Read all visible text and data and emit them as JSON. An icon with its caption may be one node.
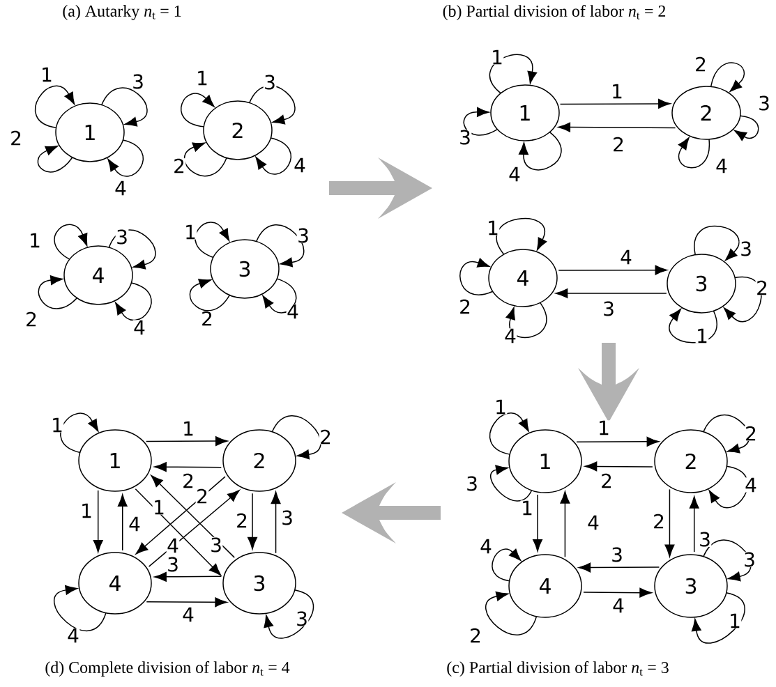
{
  "diagram": {
    "nodes": [
      {
        "text": [
          "1"
        ]
      },
      {
        "text": [
          "2"
        ]
      },
      {
        "text": [
          "4"
        ]
      },
      {
        "text": [
          "3"
        ]
      },
      {
        "text": [
          "1"
        ]
      },
      {
        "text": [
          "2"
        ]
      },
      {
        "text": [
          "4"
        ]
      },
      {
        "text": [
          "3"
        ]
      },
      {
        "text": [
          "1"
        ]
      },
      {
        "text": [
          "2"
        ]
      },
      {
        "text": [
          "4"
        ]
      },
      {
        "text": [
          "3"
        ]
      },
      {
        "text": [
          "1"
        ]
      },
      {
        "text": [
          "2"
        ]
      },
      {
        "text": [
          "4"
        ]
      },
      {
        "text": [
          "3"
        ]
      }
    ],
    "edges": [
      {
        "from": 0,
        "to": 0,
        "arrow": "to",
        "label": "1"
      },
      {
        "from": 0,
        "to": 0,
        "arrow": "to",
        "label": "3"
      },
      {
        "from": 0,
        "to": 0,
        "arrow": "to",
        "label": "2"
      },
      {
        "from": 0,
        "to": 0,
        "arrow": "to",
        "label": "4"
      },
      {
        "from": 1,
        "to": 1,
        "arrow": "to",
        "label": "1"
      },
      {
        "from": 1,
        "to": 1,
        "arrow": "to",
        "label": "3"
      },
      {
        "from": 1,
        "to": 1,
        "arrow": "to",
        "label": "2"
      },
      {
        "from": 1,
        "to": 1,
        "arrow": "to",
        "label": "4"
      },
      {
        "from": 2,
        "to": 2,
        "arrow": "to",
        "label": "1"
      },
      {
        "from": 2,
        "to": 2,
        "arrow": "to",
        "label": "3"
      },
      {
        "from": 2,
        "to": 2,
        "arrow": "to",
        "label": "2"
      },
      {
        "from": 2,
        "to": 2,
        "arrow": "to",
        "label": "4"
      },
      {
        "from": 3,
        "to": 3,
        "arrow": "to",
        "label": "1"
      },
      {
        "from": 3,
        "to": 3,
        "arrow": "to",
        "label": "3"
      },
      {
        "from": 3,
        "to": 3,
        "arrow": "to",
        "label": "2"
      },
      {
        "from": 3,
        "to": 3,
        "arrow": "to",
        "label": "4"
      },
      {
        "from": 4,
        "to": 5,
        "arrow": "to",
        "label": "1"
      },
      {
        "from": 5,
        "to": 4,
        "arrow": "to",
        "label": "2"
      },
      {
        "from": 6,
        "to": 7,
        "arrow": "to",
        "label": "4"
      },
      {
        "from": 7,
        "to": 6,
        "arrow": "to",
        "label": "3"
      },
      {
        "from": 4,
        "to": 4,
        "arrow": "to",
        "label": "1"
      },
      {
        "from": 4,
        "to": 4,
        "arrow": "to",
        "label": "3"
      },
      {
        "from": 4,
        "to": 4,
        "arrow": "to",
        "label": "4"
      },
      {
        "from": 5,
        "to": 5,
        "arrow": "to",
        "label": "2"
      },
      {
        "from": 5,
        "to": 5,
        "arrow": "to",
        "label": "3"
      },
      {
        "from": 5,
        "to": 5,
        "arrow": "to",
        "label": "4"
      },
      {
        "from": 6,
        "to": 6,
        "arrow": "to",
        "label": "1"
      },
      {
        "from": 6,
        "to": 6,
        "arrow": "to",
        "label": "2"
      },
      {
        "from": 6,
        "to": 6,
        "arrow": "to",
        "label": "4"
      },
      {
        "from": 7,
        "to": 7,
        "arrow": "to",
        "label": "3"
      },
      {
        "from": 7,
        "to": 7,
        "arrow": "to",
        "label": "2"
      },
      {
        "from": 7,
        "to": 7,
        "arrow": "to",
        "label": "1"
      },
      {
        "from": 8,
        "to": 9,
        "arrow": "to",
        "label": "1"
      },
      {
        "from": 9,
        "to": 8,
        "arrow": "to",
        "label": "2"
      },
      {
        "from": 8,
        "to": 10,
        "arrow": "to",
        "label": "1"
      },
      {
        "from": 10,
        "to": 8,
        "arrow": "to",
        "label": "4"
      },
      {
        "from": 9,
        "to": 11,
        "arrow": "to",
        "label": "2"
      },
      {
        "from": 11,
        "to": 9,
        "arrow": "to",
        "label": "3"
      },
      {
        "from": 11,
        "to": 10,
        "arrow": "to",
        "label": "3"
      },
      {
        "from": 10,
        "to": 11,
        "arrow": "to",
        "label": "4"
      },
      {
        "from": 8,
        "to": 11,
        "arrow": "to",
        "label": "1"
      },
      {
        "from": 11,
        "to": 8,
        "arrow": "to",
        "label": "3"
      },
      {
        "from": 9,
        "to": 10,
        "arrow": "to",
        "label": "2"
      },
      {
        "from": 10,
        "to": 9,
        "arrow": "to",
        "label": "4"
      },
      {
        "from": 8,
        "to": 8,
        "arrow": "to",
        "label": "1"
      },
      {
        "from": 9,
        "to": 9,
        "arrow": "to",
        "label": "2"
      },
      {
        "from": 10,
        "to": 10,
        "arrow": "to",
        "label": "4"
      },
      {
        "from": 11,
        "to": 11,
        "arrow": "to",
        "label": "3"
      },
      {
        "from": 12,
        "to": 13,
        "arrow": "to",
        "label": "1"
      },
      {
        "from": 13,
        "to": 12,
        "arrow": "to",
        "label": "2"
      },
      {
        "from": 12,
        "to": 14,
        "arrow": "to",
        "label": "1"
      },
      {
        "from": 14,
        "to": 12,
        "arrow": "to",
        "label": "4"
      },
      {
        "from": 13,
        "to": 15,
        "arrow": "to",
        "label": "2"
      },
      {
        "from": 15,
        "to": 13,
        "arrow": "to",
        "label": "3"
      },
      {
        "from": 15,
        "to": 14,
        "arrow": "to",
        "label": "3"
      },
      {
        "from": 14,
        "to": 15,
        "arrow": "to",
        "label": "4"
      },
      {
        "from": 12,
        "to": 12,
        "arrow": "to",
        "label": "1"
      },
      {
        "from": 12,
        "to": 12,
        "arrow": "to",
        "label": "3"
      },
      {
        "from": 13,
        "to": 13,
        "arrow": "to",
        "label": "2"
      },
      {
        "from": 13,
        "to": 13,
        "arrow": "to",
        "label": "4"
      },
      {
        "from": 14,
        "to": 14,
        "arrow": "to",
        "label": "4"
      },
      {
        "from": 14,
        "to": 14,
        "arrow": "to",
        "label": "2"
      },
      {
        "from": 15,
        "to": 15,
        "arrow": "to",
        "label": "3"
      },
      {
        "from": 15,
        "to": 15,
        "arrow": "to",
        "label": "1"
      }
    ],
    "labels": [
      "(a) Autarky *n*$_{t}$ = 1",
      "(b) Partial division of labor *n*$_{t}$ = 2",
      "(d) Complete division of labor *n*$_{t}$ = 4",
      "(c) Partial division of labor *n*$_{t}$ = 3"
    ]
  }
}
